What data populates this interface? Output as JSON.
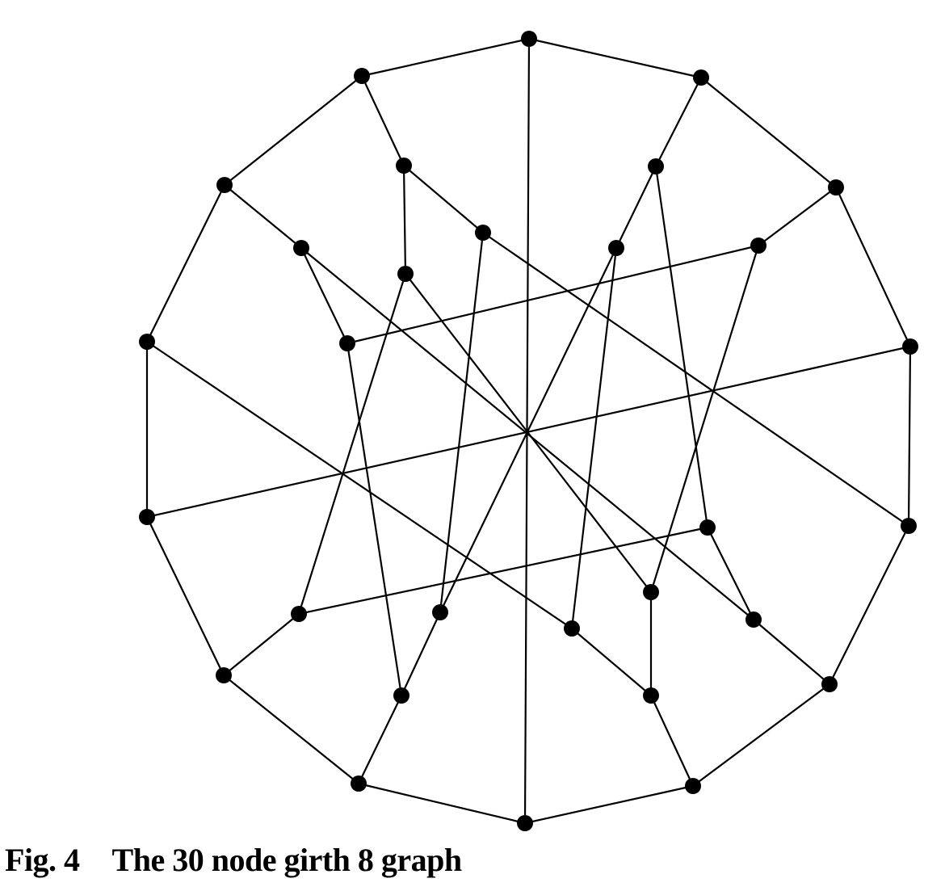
{
  "caption": {
    "label": "Fig. 4",
    "text": "The 30 node girth 8 graph"
  },
  "graph": {
    "node_count": 30,
    "edge_color": "#000000",
    "node_color": "#000000"
  }
}
